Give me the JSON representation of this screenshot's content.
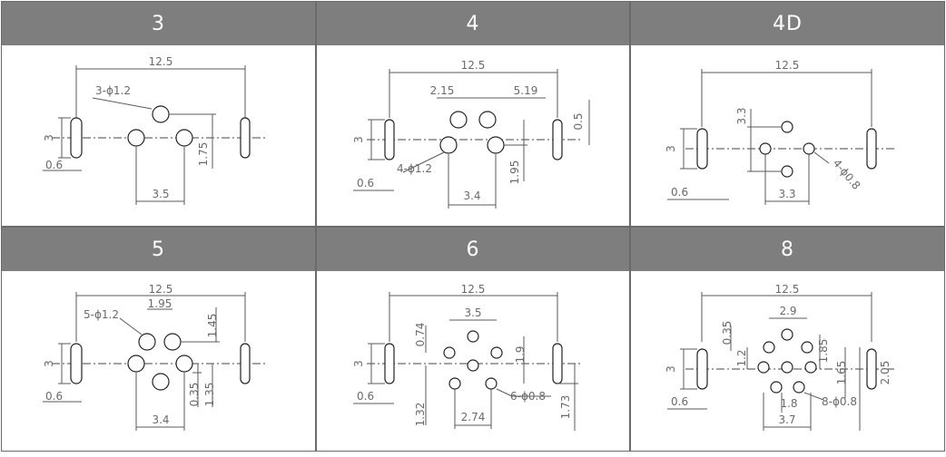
{
  "colors": {
    "header_bg": "#7e7e7e",
    "header_text": "#ffffff",
    "line": "#5a5a5a",
    "dim_text": "#6a6a6a"
  },
  "panels": [
    {
      "title": "3",
      "dims": {
        "width": "12.5",
        "pin_count": "3-ϕ1.2",
        "height": "3",
        "slot_w": "0.6",
        "pitch_x": "3.5",
        "pitch_y": "1.75"
      }
    },
    {
      "title": "4",
      "dims": {
        "width": "12.5",
        "left": "2.15",
        "right": "5.19",
        "offset": "0.5",
        "height": "3",
        "pin_count": "4-ϕ1.2",
        "slot_w": "0.6",
        "pitch_x": "3.4",
        "pitch_y": "1.95"
      }
    },
    {
      "title": "4D",
      "dims": {
        "width": "12.5",
        "top": "3.3",
        "height": "3",
        "pin_count": "4-ϕ0.8",
        "slot_w": "0.6",
        "pitch_x": "3.3"
      }
    },
    {
      "title": "5",
      "dims": {
        "width": "12.5",
        "top": "1.95",
        "pin_count": "5-ϕ1.2",
        "right_top": "1.45",
        "height": "3",
        "right_a": "0.35",
        "right_b": "1.35",
        "slot_w": "0.6",
        "pitch_x": "3.4"
      }
    },
    {
      "title": "6",
      "dims": {
        "width": "12.5",
        "top": "3.5",
        "left_top": "0.74",
        "right_mid": "1.9",
        "height": "3",
        "pin_count": "6-ϕ0.8",
        "slot_w": "0.6",
        "left_bottom": "1.32",
        "pitch_x": "2.74",
        "right_bottom": "1.73"
      }
    },
    {
      "title": "8",
      "dims": {
        "width": "12.5",
        "top": "2.9",
        "left_top": "0.35",
        "left_mid": "1.2",
        "right_a": "1.85",
        "right_b": "1.65",
        "right_c": "2.05",
        "height": "3",
        "mid": "1.8",
        "pin_count": "8-ϕ0.8",
        "slot_w": "0.6",
        "pitch_x": "3.7"
      }
    }
  ]
}
